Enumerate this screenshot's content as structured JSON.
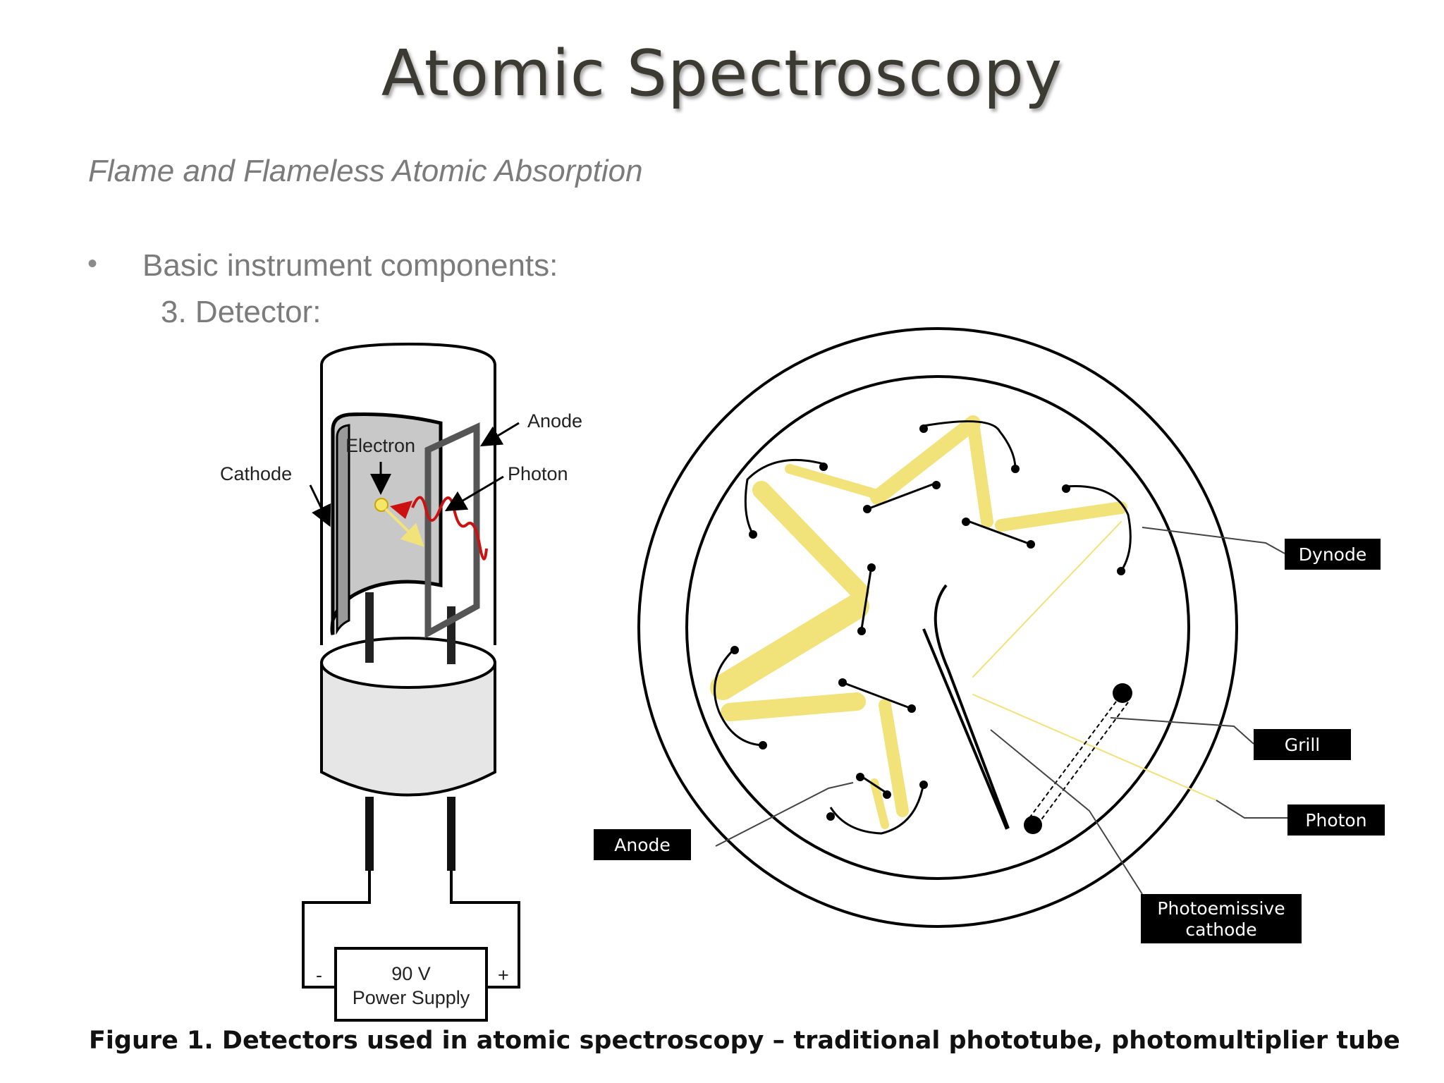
{
  "slide": {
    "title": "Atomic Spectroscopy",
    "subtitle": "Flame and Flameless Atomic Absorption",
    "bullet_symbol": "•",
    "bullet": "Basic instrument components:",
    "subbullet": "3. Detector:",
    "caption": "Figure 1. Detectors used in atomic spectroscopy – traditional phototube, photomultiplier tube"
  },
  "phototube": {
    "labels": {
      "cathode": "Cathode",
      "electron": "Electron",
      "anode": "Anode",
      "photon": "Photon",
      "minus": "-",
      "plus": "+",
      "voltage": "90 V",
      "supply": "Power Supply"
    }
  },
  "pmt": {
    "labels": {
      "dynode": "Dynode",
      "grill": "Grill",
      "photon": "Photon",
      "anode": "Anode",
      "cathode_line1": "Photoemissive",
      "cathode_line2": "cathode"
    }
  },
  "colors": {
    "beam": "#f2e27a",
    "electron": "#f5e66a",
    "wave": "#cc1111",
    "label_box": "#000000"
  }
}
